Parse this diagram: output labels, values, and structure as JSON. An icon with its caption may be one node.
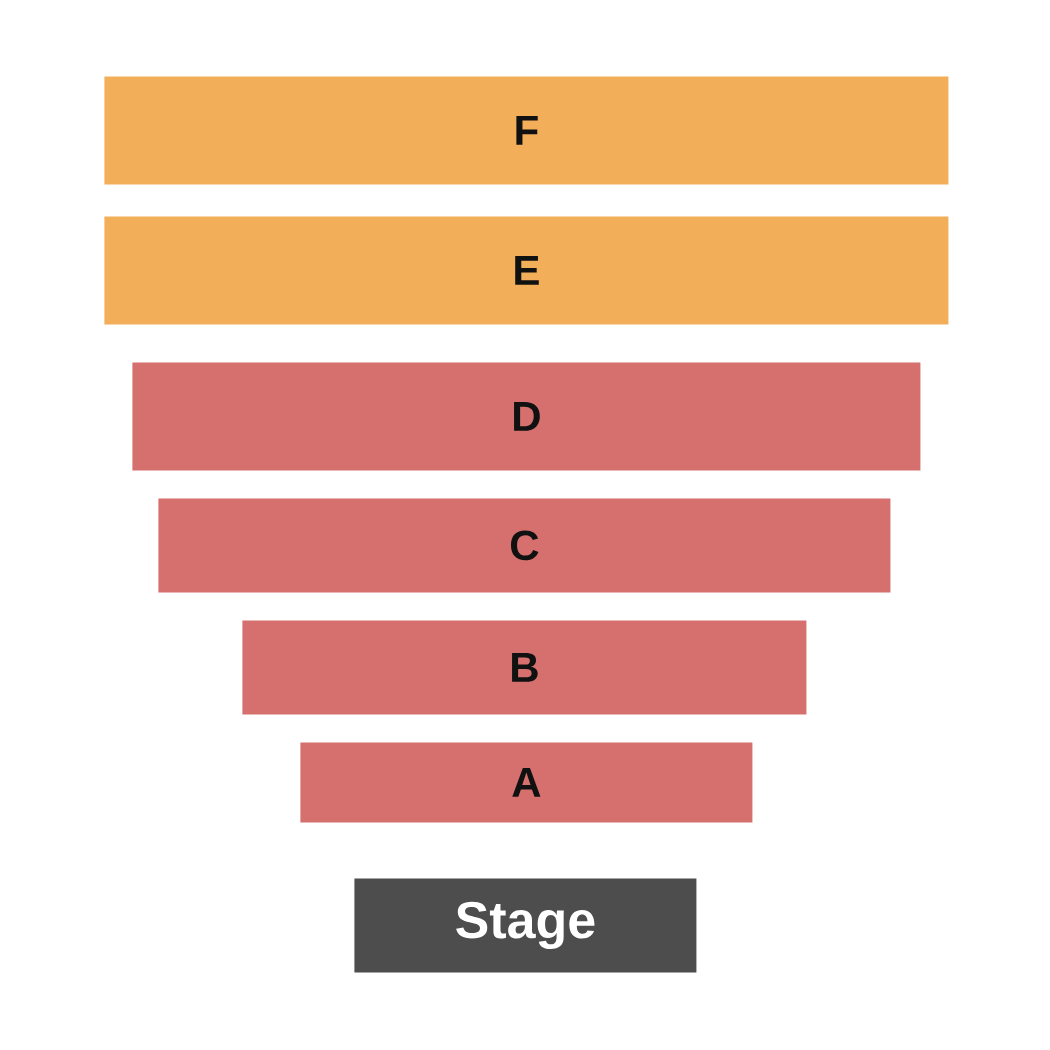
{
  "diagram": {
    "nodes": [
      {
        "text": [
          "F"
        ]
      },
      {
        "text": [
          "E"
        ]
      },
      {
        "text": [
          "D"
        ]
      },
      {
        "text": [
          "C"
        ]
      },
      {
        "text": [
          "B"
        ]
      },
      {
        "text": [
          "A"
        ]
      },
      {
        "text": [
          "Stage"
        ]
      }
    ]
  }
}
